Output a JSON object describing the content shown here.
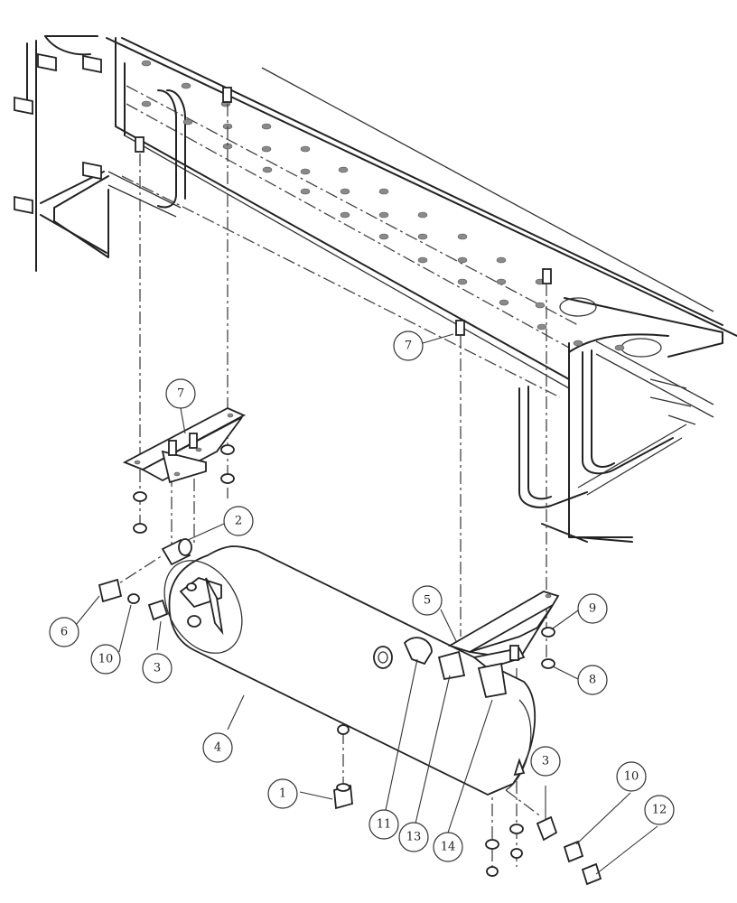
{
  "callouts": [
    {
      "id": "callout-1",
      "label": "1"
    },
    {
      "id": "callout-2",
      "label": "2"
    },
    {
      "id": "callout-3a",
      "label": "3"
    },
    {
      "id": "callout-3b",
      "label": "3"
    },
    {
      "id": "callout-4",
      "label": "4"
    },
    {
      "id": "callout-5",
      "label": "5"
    },
    {
      "id": "callout-6",
      "label": "6"
    },
    {
      "id": "callout-7a",
      "label": "7"
    },
    {
      "id": "callout-7b",
      "label": "7"
    },
    {
      "id": "callout-8",
      "label": "8"
    },
    {
      "id": "callout-9",
      "label": "9"
    },
    {
      "id": "callout-10a",
      "label": "10"
    },
    {
      "id": "callout-10b",
      "label": "10"
    },
    {
      "id": "callout-11",
      "label": "11"
    },
    {
      "id": "callout-12",
      "label": "12"
    },
    {
      "id": "callout-13",
      "label": "13"
    },
    {
      "id": "callout-14",
      "label": "14"
    }
  ]
}
